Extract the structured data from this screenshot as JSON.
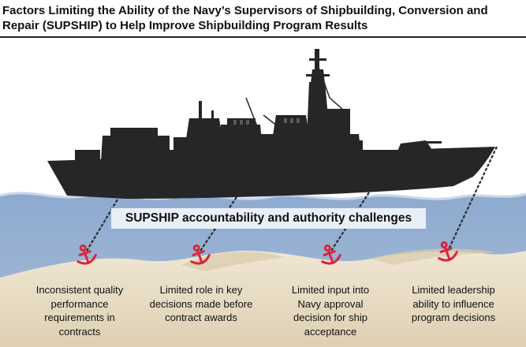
{
  "title": "Factors Limiting the Ability of the Navy’s Supervisors of Shipbuilding, Conversion and Repair (SUPSHIP) to Help Improve Shipbuilding Program Results",
  "banner": "SUPSHIP accountability and authority challenges",
  "factors": [
    {
      "text": "Inconsistent quality performance requirements in contracts"
    },
    {
      "text": "Limited role in key decisions made before contract awards"
    },
    {
      "text": "Limited input into Navy approval decision for ship acceptance"
    },
    {
      "text": "Limited leadership ability to influence program decisions"
    }
  ],
  "colors": {
    "ship": "#262626",
    "water_top": "#8eaacf",
    "water_bottom": "#9fb7d6",
    "sand": "#e4d8bf",
    "sand_shadow": "#d6c7a6",
    "anchor": "#d9263e",
    "chain": "#333333",
    "banner_bg": "#e9eff6"
  },
  "icons": [
    "ship-silhouette",
    "anchor-icon",
    "chain"
  ]
}
